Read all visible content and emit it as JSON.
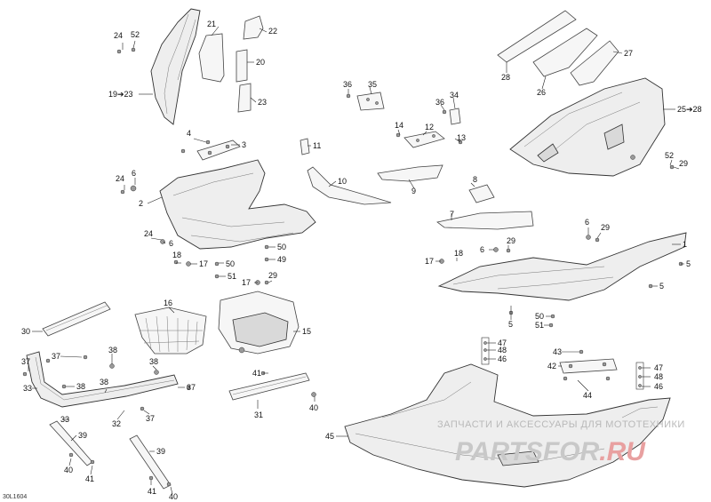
{
  "diagram": {
    "id": "30L1604",
    "watermark_text": "ЗАПЧАСТИ И АКСЕССУАРЫ ДЛЯ МОТОТЕХНИКИ",
    "watermark_logo_main": "PARTSFOR",
    "watermark_logo_suffix": ".RU",
    "callouts": {
      "c24a": "24",
      "c52a": "52",
      "c21": "21",
      "c22": "22",
      "c20": "20",
      "c19_23": "19➔23",
      "c23": "23",
      "c4": "4",
      "c3": "3",
      "c11": "11",
      "c10": "10",
      "c9": "9",
      "c36a": "36",
      "c35": "35",
      "c34": "34",
      "c36b": "36",
      "c14": "14",
      "c12": "12",
      "c13": "13",
      "c28a": "28",
      "c26": "26",
      "c27": "27",
      "c25_28": "25➔28",
      "c52b": "52",
      "c29a": "29",
      "c6a": "6",
      "c24b": "24",
      "c2": "2",
      "c24c": "24",
      "c6b": "6",
      "c18a": "18",
      "c17a": "17",
      "c50a": "50",
      "c49": "49",
      "c50b": "50",
      "c51a": "51",
      "c8": "8",
      "c7": "7",
      "c6c": "6",
      "c29b": "29",
      "c1": "1",
      "c6d": "6",
      "c29c": "29",
      "c17b": "17",
      "c18b": "18",
      "c5a": "5",
      "c5b": "5",
      "c5c": "5",
      "c50c": "50",
      "c51b": "51",
      "c17c": "17",
      "c29d": "29",
      "c16": "16",
      "c15": "15",
      "c30": "30",
      "c37a": "37",
      "c38a": "38",
      "c37b": "37",
      "c38b": "38",
      "c33a": "33",
      "c38c": "38",
      "c38d": "38",
      "c37c": "37",
      "c37d": "37",
      "c32": "32",
      "c33b": "33",
      "c41a": "41",
      "c31": "31",
      "c40a": "40",
      "c39a": "39",
      "c40b": "40",
      "c41b": "41",
      "c39b": "39",
      "c41c": "41",
      "c40c": "40",
      "c47a": "47",
      "c48a": "48",
      "c46a": "46",
      "c43": "43",
      "c42": "42",
      "c44": "44",
      "c47b": "47",
      "c48b": "48",
      "c46b": "46",
      "c45": "45"
    }
  }
}
